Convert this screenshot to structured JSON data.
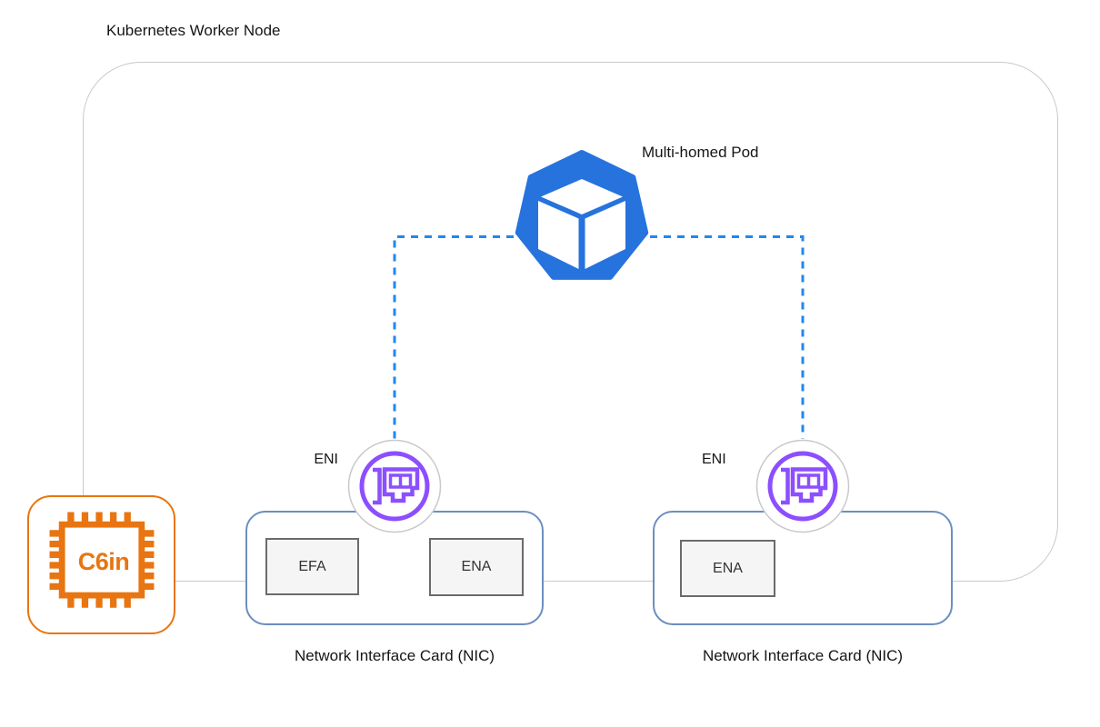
{
  "node": {
    "title": "Kubernetes Worker Node"
  },
  "pod": {
    "label": "Multi-homed Pod",
    "icon": "kubernetes-pod-icon"
  },
  "instance": {
    "label": "C6in",
    "icon": "ec2-chip-icon"
  },
  "eni_left": {
    "label": "ENI",
    "icon": "elastic-network-interface-icon"
  },
  "eni_right": {
    "label": "ENI",
    "icon": "elastic-network-interface-icon"
  },
  "nic_left": {
    "label": "Network Interface Card (NIC)",
    "adapters": {
      "efa": "EFA",
      "ena": "ENA"
    }
  },
  "nic_right": {
    "label": "Network Interface Card (NIC)",
    "adapters": {
      "ena": "ENA"
    }
  },
  "colors": {
    "pod_blue": "#2673DE",
    "link_blue": "#1E88F0",
    "eni_purple": "#8C4FFF",
    "nic_border": "#6C8EBF",
    "node_border": "#C9C9C9",
    "instance_orange": "#E87511",
    "adapter_fill": "#F5F5F5",
    "adapter_border": "#6B6B6B"
  }
}
